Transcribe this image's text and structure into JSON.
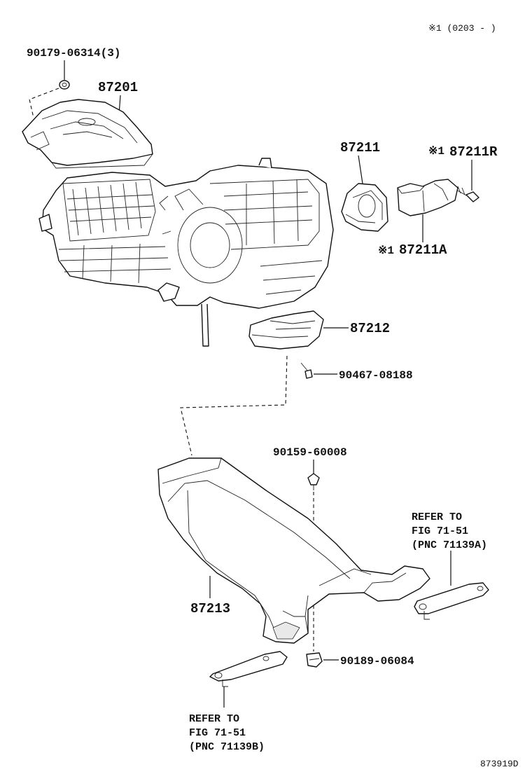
{
  "diagram": {
    "note_top_right": "※1 (0203 -        )",
    "labels": {
      "p90179": "90179-06314(3)",
      "p87201": "87201",
      "p87211": "87211",
      "p87211R": "87211R",
      "p87211R_mark": "※1",
      "p87211A": "87211A",
      "p87211A_mark": "※1",
      "p87212": "87212",
      "p90467": "90467-08188",
      "p90159": "90159-60008",
      "p87213": "87213",
      "p90189": "90189-06084"
    },
    "refer_a": [
      "REFER TO",
      "FIG 71-51",
      "(PNC 71139A)"
    ],
    "refer_b": [
      "REFER TO",
      "FIG 71-51",
      "(PNC 71139B)"
    ],
    "illustration_id": "873919D"
  }
}
